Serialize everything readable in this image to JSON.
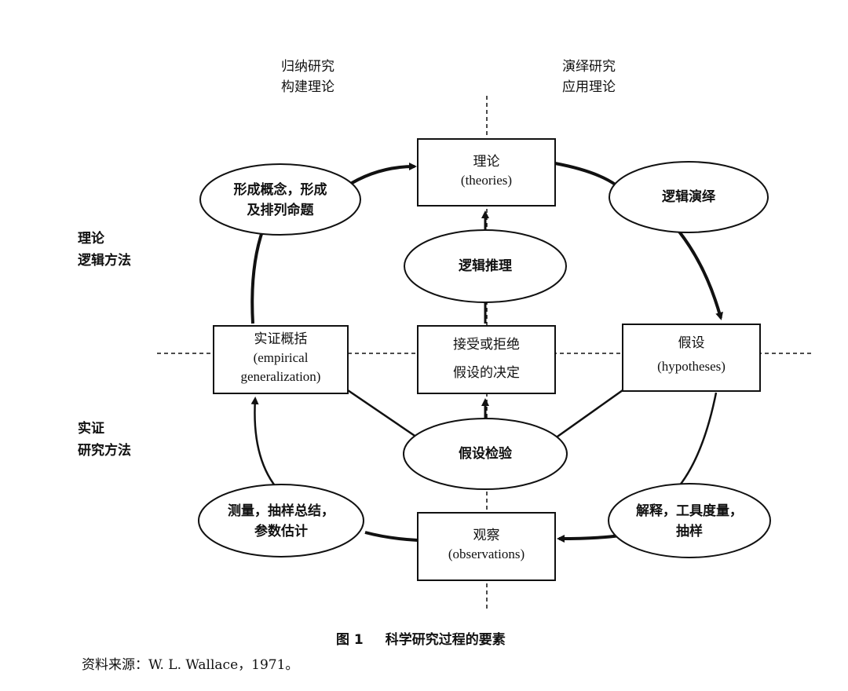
{
  "columns": {
    "left": {
      "line1": "归纳研究",
      "line2": "构建理论"
    },
    "right": {
      "line1": "演绎研究",
      "line2": "应用理论"
    }
  },
  "side_labels": {
    "top": {
      "line1": "理论",
      "line2": "逻辑方法"
    },
    "bottom": {
      "line1": "实证",
      "line2": "研究方法"
    }
  },
  "boxes": {
    "theories": {
      "zh": "理论",
      "en": "(theories)"
    },
    "empirical": {
      "zh": "实证概括",
      "en1": "(empirical",
      "en2": "generalization)"
    },
    "decision": {
      "line1": "接受或拒绝",
      "line2": "假设的决定"
    },
    "hypotheses": {
      "zh": "假设",
      "en": "(hypotheses)"
    },
    "observations": {
      "zh": "观察",
      "en": "(observations)"
    }
  },
  "ellipses": {
    "concepts": {
      "line1": "形成概念，形成",
      "line2": "及排列命题"
    },
    "deduction": {
      "text": "逻辑演绎"
    },
    "inference": {
      "text": "逻辑推理"
    },
    "testing": {
      "text": "假设检验"
    },
    "measurement": {
      "line1": "测量，抽样总结，",
      "line2": "参数估计"
    },
    "interpretation": {
      "line1": "解释，工具度量，",
      "line2": "抽样"
    }
  },
  "caption": {
    "figure": "图 1",
    "title": "科学研究过程的要素"
  },
  "source": "资料来源：W. L. Wallace，1971。"
}
